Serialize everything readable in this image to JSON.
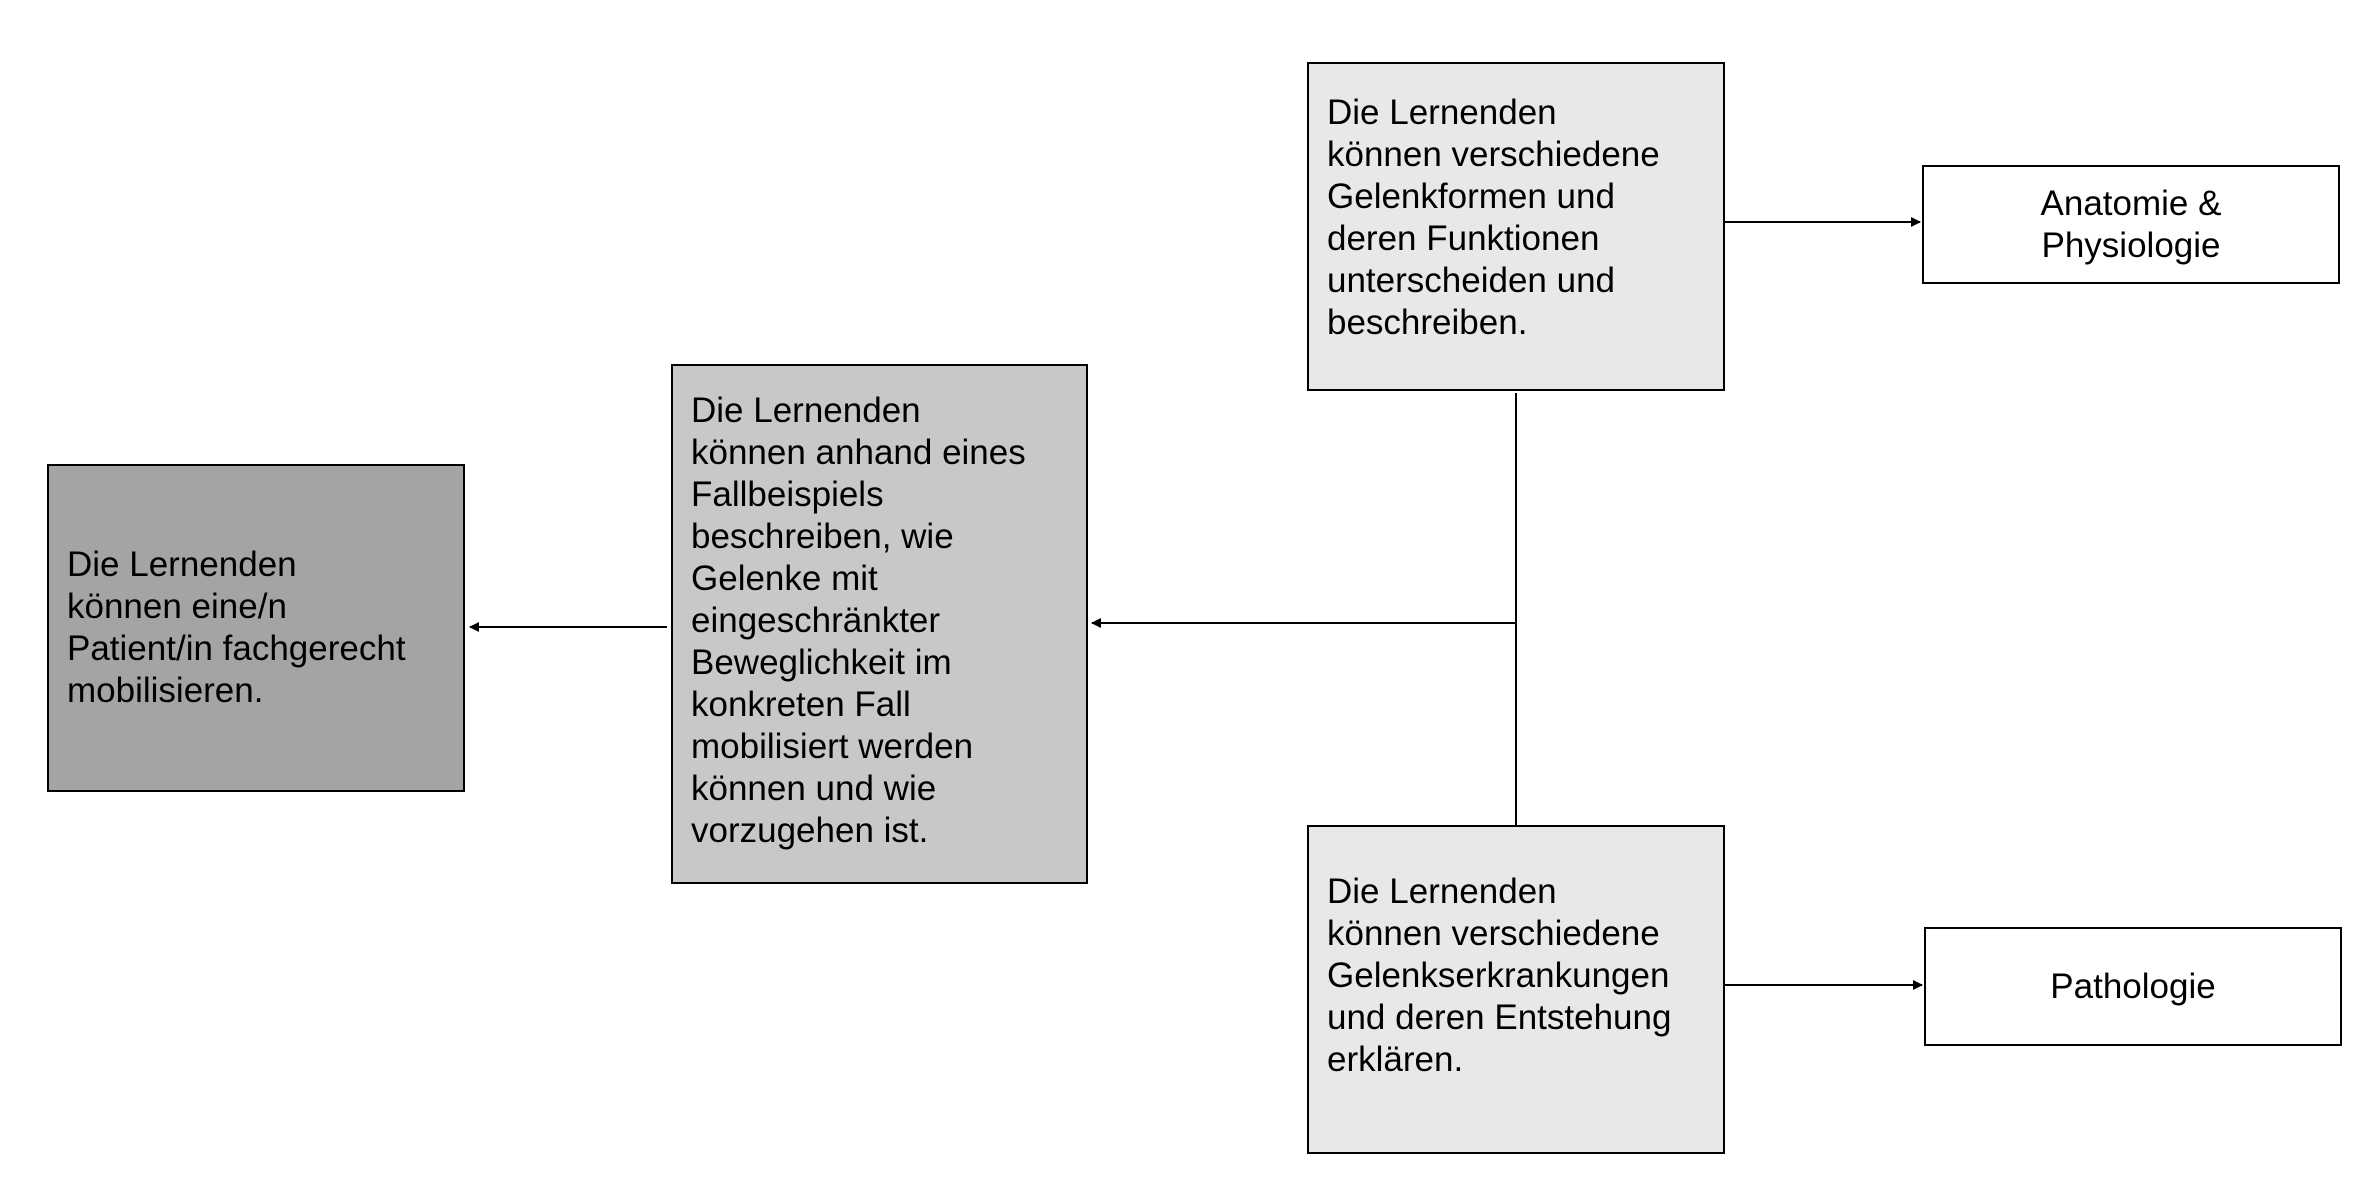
{
  "nodes": {
    "goal": "Die Lernenden\nkönnen eine/n\nPatient/in fachgerecht\nmobilisieren.",
    "case": "Die Lernenden\nkönnen anhand eines\nFallbeispiels\nbeschreiben, wie\nGelenke mit\neingeschränkter\nBeweglichkeit im\nkonkreten Fall\nmobilisiert werden\nkönnen und wie\nvorzugehen ist.",
    "joints": "Die Lernenden\nkönnen verschiedene\nGelenkformen und\nderen Funktionen\nunterscheiden und\nbeschreiben.",
    "diseases": "Die Lernenden\nkönnen verschiedene\nGelenkserkrankungen\nund deren Entstehung\nerklären."
  },
  "subjects": {
    "anatomy": "Anatomie &\nPhysiologie",
    "pathology": "Pathologie"
  },
  "colors": {
    "goal_fill": "#a4a4a4",
    "case_fill": "#c8c8c8",
    "objective_fill": "#e8e8e8",
    "subject_fill": "#ffffff",
    "line": "#000000"
  }
}
